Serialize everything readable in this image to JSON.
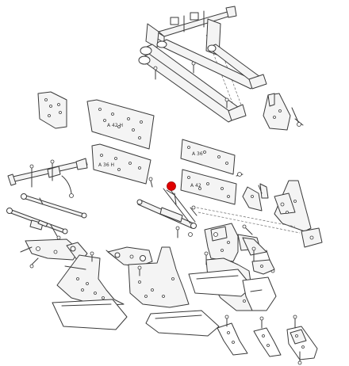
{
  "diagram": {
    "plate_labels": {
      "plate_a42h": "A 42 H",
      "plate_a36h": "A 36 H",
      "plate_a36": "A 36",
      "plate_a42": "A 42"
    },
    "colors": {
      "line": "#3a3a3a",
      "marker": "#e00000"
    }
  }
}
